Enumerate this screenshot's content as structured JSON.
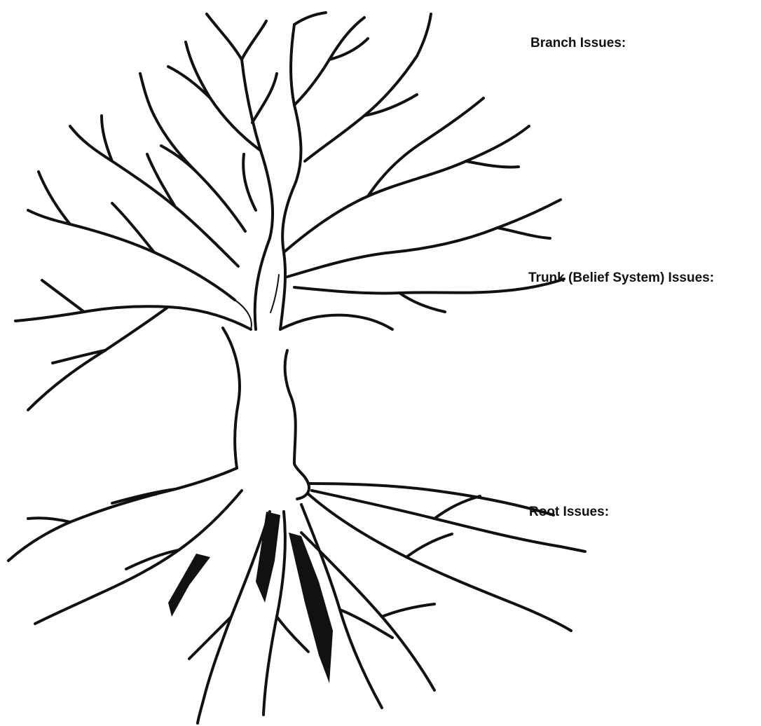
{
  "labels": {
    "branch": "Branch Issues:",
    "trunk": "Trunk (Belief System) Issues:",
    "root": "Root Issues:"
  },
  "illustration": {
    "icon": "tree-with-roots-icon",
    "ink_color": "#111111"
  }
}
